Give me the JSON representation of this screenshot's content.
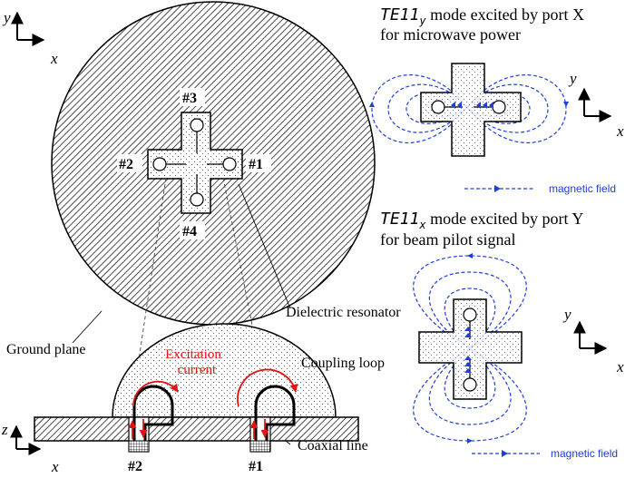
{
  "axes": {
    "top_left": {
      "y": "y",
      "x": "x"
    },
    "right_top": {
      "y": "y",
      "x": "x"
    },
    "right_bottom": {
      "y": "y",
      "x": "x"
    },
    "bottom_left": {
      "z": "z",
      "x": "x"
    }
  },
  "ports": {
    "p1": "#1",
    "p2": "#2",
    "p3": "#3",
    "p4": "#4"
  },
  "labels": {
    "dielectric_resonator": "Dielectric resonator",
    "ground_plane": "Ground plane",
    "coupling_loop": "Coupling loop",
    "coaxial_line": "Coaxial line",
    "excitation_line1": "Excitation",
    "excitation_line2": "current"
  },
  "mode_top": {
    "mode_base": "TE11",
    "mode_sub": "y",
    "rest": " mode excited by port X",
    "line2": "for microwave power",
    "legend": "magnetic field"
  },
  "mode_bottom": {
    "mode_base": "TE11",
    "mode_sub": "x",
    "rest": " mode excited by port Y",
    "line2": "for beam pilot signal",
    "legend": "magnetic field"
  },
  "colors": {
    "field": "#1f3fd6",
    "current": "#e01414",
    "outline": "#000000"
  }
}
